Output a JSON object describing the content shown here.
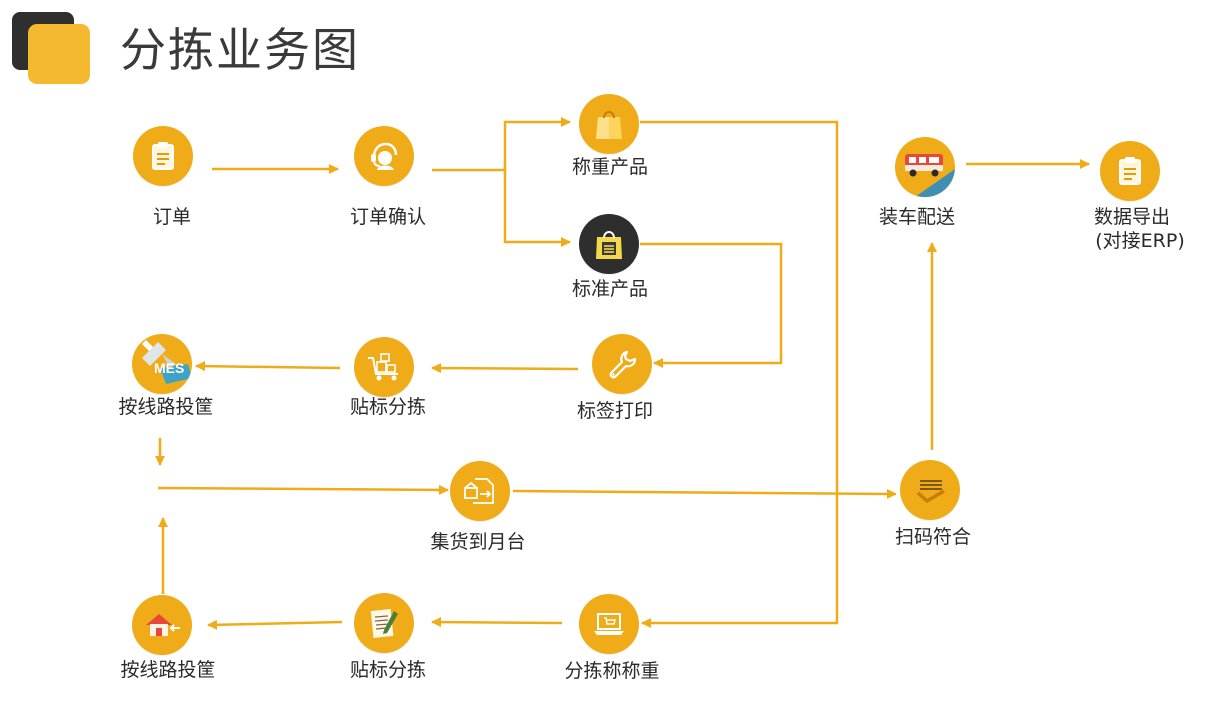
{
  "title": "分拣业务图",
  "colors": {
    "accent": "#f0ac18",
    "line": "#f0ac18",
    "dark": "#2e2e2e",
    "logo_dark": "#2f2f2f",
    "logo_yellow": "#f4b92e"
  },
  "nodes": {
    "order": {
      "label": "订单",
      "icon": "clipboard-icon"
    },
    "order_confirm": {
      "label": "订单确认",
      "icon": "headset-icon"
    },
    "weigh_product": {
      "label": "称重产品",
      "icon": "shopping-bag-icon"
    },
    "standard_product": {
      "label": "标准产品",
      "icon": "shopping-bag-icon"
    },
    "label_print": {
      "label": "标签打印",
      "icon": "wrench-icon"
    },
    "label_sort_1": {
      "label": "贴标分拣",
      "icon": "cart-icon"
    },
    "route_basket_1": {
      "label": "按线路投筐",
      "icon": "mes-tools-icon",
      "badge": "MES"
    },
    "collect_platform": {
      "label": "集货到月台",
      "icon": "box-transfer-icon"
    },
    "scan_match": {
      "label": "扫码符合",
      "icon": "check-list-icon"
    },
    "loading_delivery": {
      "label": "装车配送",
      "icon": "truck-icon"
    },
    "data_export": {
      "label": "数据导出",
      "sub": "(对接ERP)",
      "icon": "clipboard-icon"
    },
    "sort_weigh": {
      "label": "分拣称称重",
      "icon": "laptop-cart-icon"
    },
    "label_sort_2": {
      "label": "贴标分拣",
      "icon": "notepad-pen-icon"
    },
    "route_basket_2": {
      "label": "按线路投筐",
      "icon": "house-arrow-icon"
    }
  }
}
